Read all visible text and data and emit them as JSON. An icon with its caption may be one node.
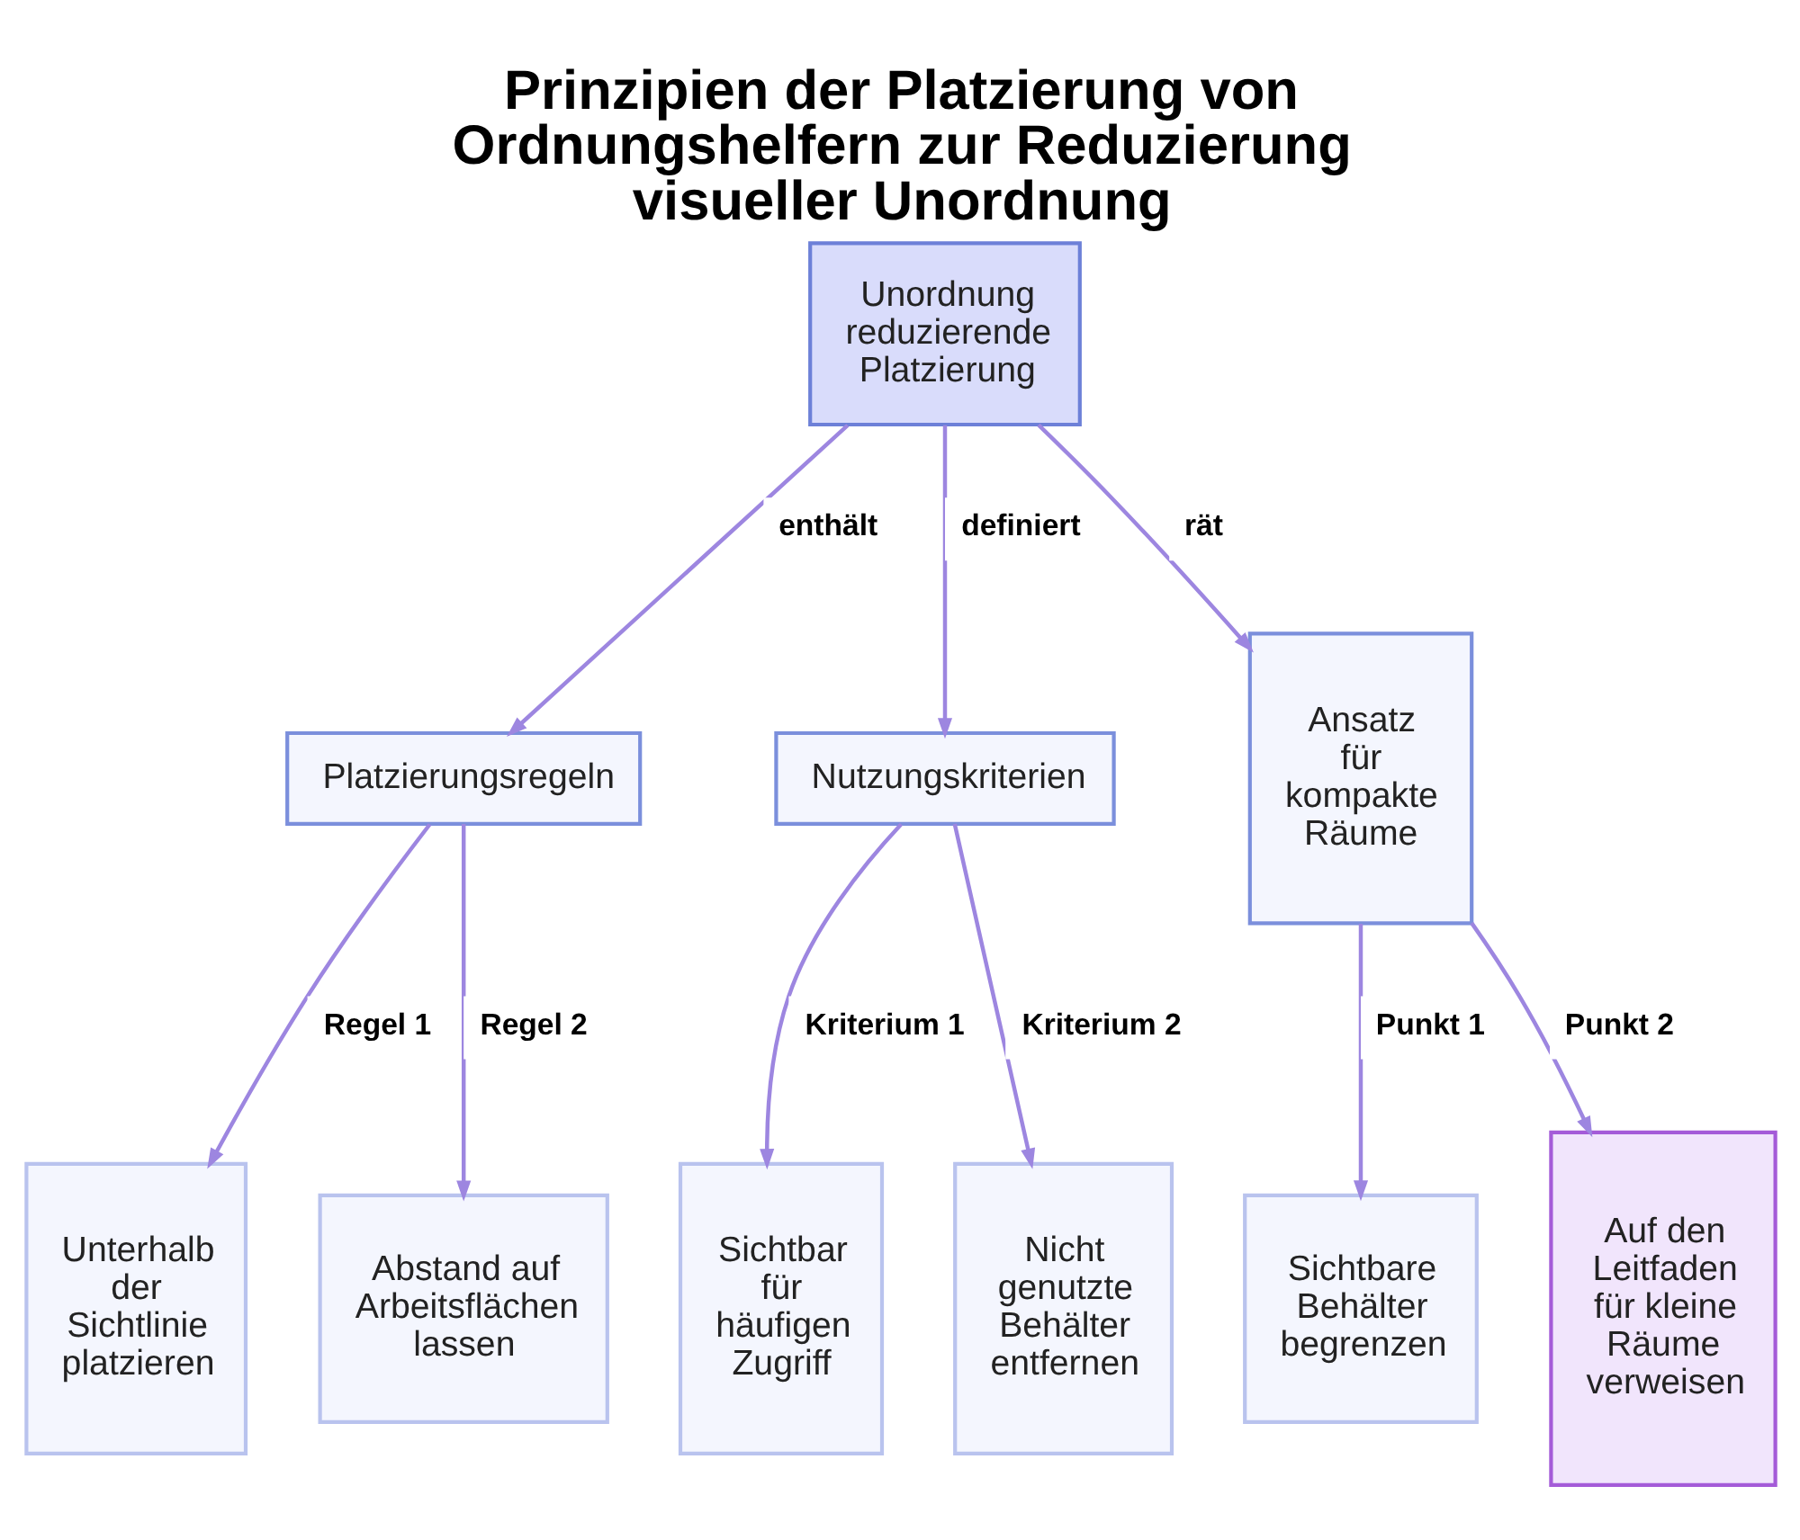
{
  "diagram": {
    "title": "Prinzipien der Platzierung von Ordnungshelfern zur Reduzierung visueller Unordnung",
    "nodes": [
      {
        "text": [
          "Unordnung reduzierende Platzierung"
        ]
      },
      {
        "text": [
          "Platzierungsregeln"
        ]
      },
      {
        "text": [
          "Nutzungskriterien"
        ]
      },
      {
        "text": [
          "Ansatz für kompakte Räume"
        ]
      },
      {
        "text": [
          "Unterhalb der Sichtlinie platzieren"
        ]
      },
      {
        "text": [
          "Abstand auf Arbeitsflächen lassen"
        ]
      },
      {
        "text": [
          "Sichtbar für häufigen Zugriff"
        ]
      },
      {
        "text": [
          "Nicht genutzte Behälter entfernen"
        ]
      },
      {
        "text": [
          "Sichtbare Behälter begrenzen"
        ]
      },
      {
        "text": [
          "Auf den Leitfaden für kleine Räume verweisen"
        ]
      }
    ],
    "edges": [
      {
        "from": 0,
        "to": 1,
        "arrow": "to",
        "label": "enthält"
      },
      {
        "from": 0,
        "to": 2,
        "arrow": "to",
        "label": "definiert"
      },
      {
        "from": 0,
        "to": 3,
        "arrow": "to",
        "label": "rät"
      },
      {
        "from": 1,
        "to": 4,
        "arrow": "to",
        "label": "Regel 1"
      },
      {
        "from": 1,
        "to": 5,
        "arrow": "to",
        "label": "Regel 2"
      },
      {
        "from": 2,
        "to": 6,
        "arrow": "to",
        "label": "Kriterium 1"
      },
      {
        "from": 2,
        "to": 7,
        "arrow": "to",
        "label": "Kriterium 2"
      },
      {
        "from": 3,
        "to": 8,
        "arrow": "to",
        "label": "Punkt 1"
      },
      {
        "from": 3,
        "to": 9,
        "arrow": "to",
        "label": "Punkt 2"
      }
    ]
  }
}
